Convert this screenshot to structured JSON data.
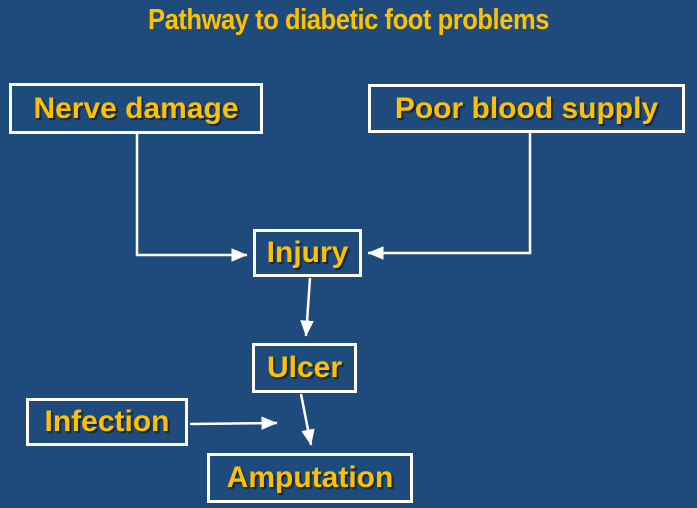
{
  "title": "Pathway to diabetic foot problems",
  "colors": {
    "bg": "#1F4A7C",
    "accent": "#FFC000",
    "box-border": "#FFFFFF",
    "arrow": "#FFFFFF"
  },
  "nodes": {
    "nerve_damage": {
      "label": "Nerve damage"
    },
    "poor_blood_supply": {
      "label": "Poor blood supply"
    },
    "injury": {
      "label": "Injury"
    },
    "ulcer": {
      "label": "Ulcer"
    },
    "infection": {
      "label": "Infection"
    },
    "amputation": {
      "label": "Amputation"
    }
  },
  "edges": [
    {
      "from": "Nerve damage",
      "to": "Injury"
    },
    {
      "from": "Poor blood supply",
      "to": "Injury"
    },
    {
      "from": "Injury",
      "to": "Ulcer"
    },
    {
      "from": "Ulcer",
      "to": "Amputation"
    },
    {
      "from": "Infection",
      "to": "Amputation"
    }
  ]
}
